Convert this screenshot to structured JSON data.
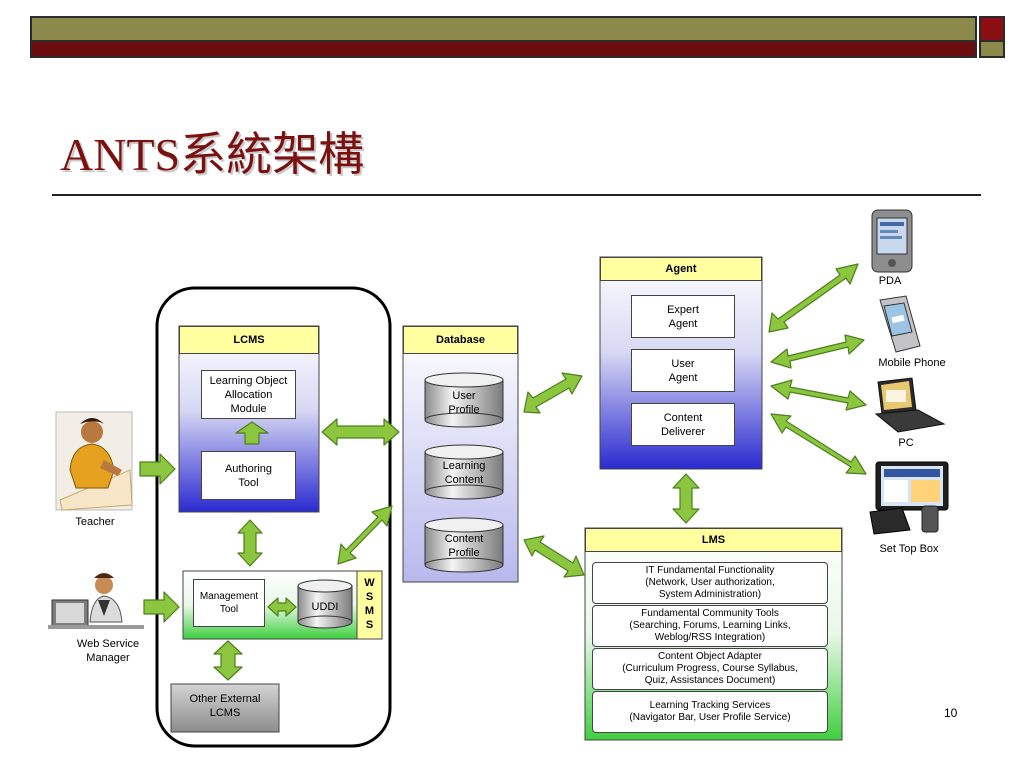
{
  "slide": {
    "title": "ANTS系統架構",
    "page_number": "10"
  },
  "lcms": {
    "header": "LCMS",
    "lo_allocation": "Learning Object\nAllocation\nModule",
    "authoring_tool": "Authoring\nTool"
  },
  "database": {
    "header": "Database",
    "user_profile": "User\nProfile",
    "learning_content": "Learning\nContent",
    "content_profile": "Content\nProfile"
  },
  "wsms": {
    "management_tool": "Management\nTool",
    "uddi": "UDDI",
    "label": "W\nS\nM\nS"
  },
  "other_lcms": "Other External\nLCMS",
  "agent": {
    "header": "Agent",
    "expert": "Expert\nAgent",
    "user": "User\nAgent",
    "content_deliverer": "Content\nDeliverer"
  },
  "lms": {
    "header": "LMS",
    "items": [
      "IT Fundamental Functionality\n(Network, User authorization,\nSystem Administration)",
      "Fundamental Community Tools\n(Searching, Forums, Learning Links,\nWeblog/RSS Integration)",
      "Content Object Adapter\n(Curriculum Progress, Course Syllabus,\nQuiz, Assistances Document)",
      "Learning Tracking Services\n(Navigator Bar, User Profile Service)"
    ]
  },
  "actors": {
    "teacher": "Teacher",
    "manager": "Web Service\nManager"
  },
  "devices": {
    "pda": "PDA",
    "mobile": "Mobile Phone",
    "pc": "PC",
    "stb": "Set Top Box"
  },
  "colors": {
    "title": "#7a1010",
    "arrow_fill": "#8cc63f",
    "arrow_stroke": "#4d7f1c",
    "header_fill": "#ffffa0",
    "blue_grad_end": "#2a2ad0",
    "green_grad_end": "#3fcf3f"
  }
}
